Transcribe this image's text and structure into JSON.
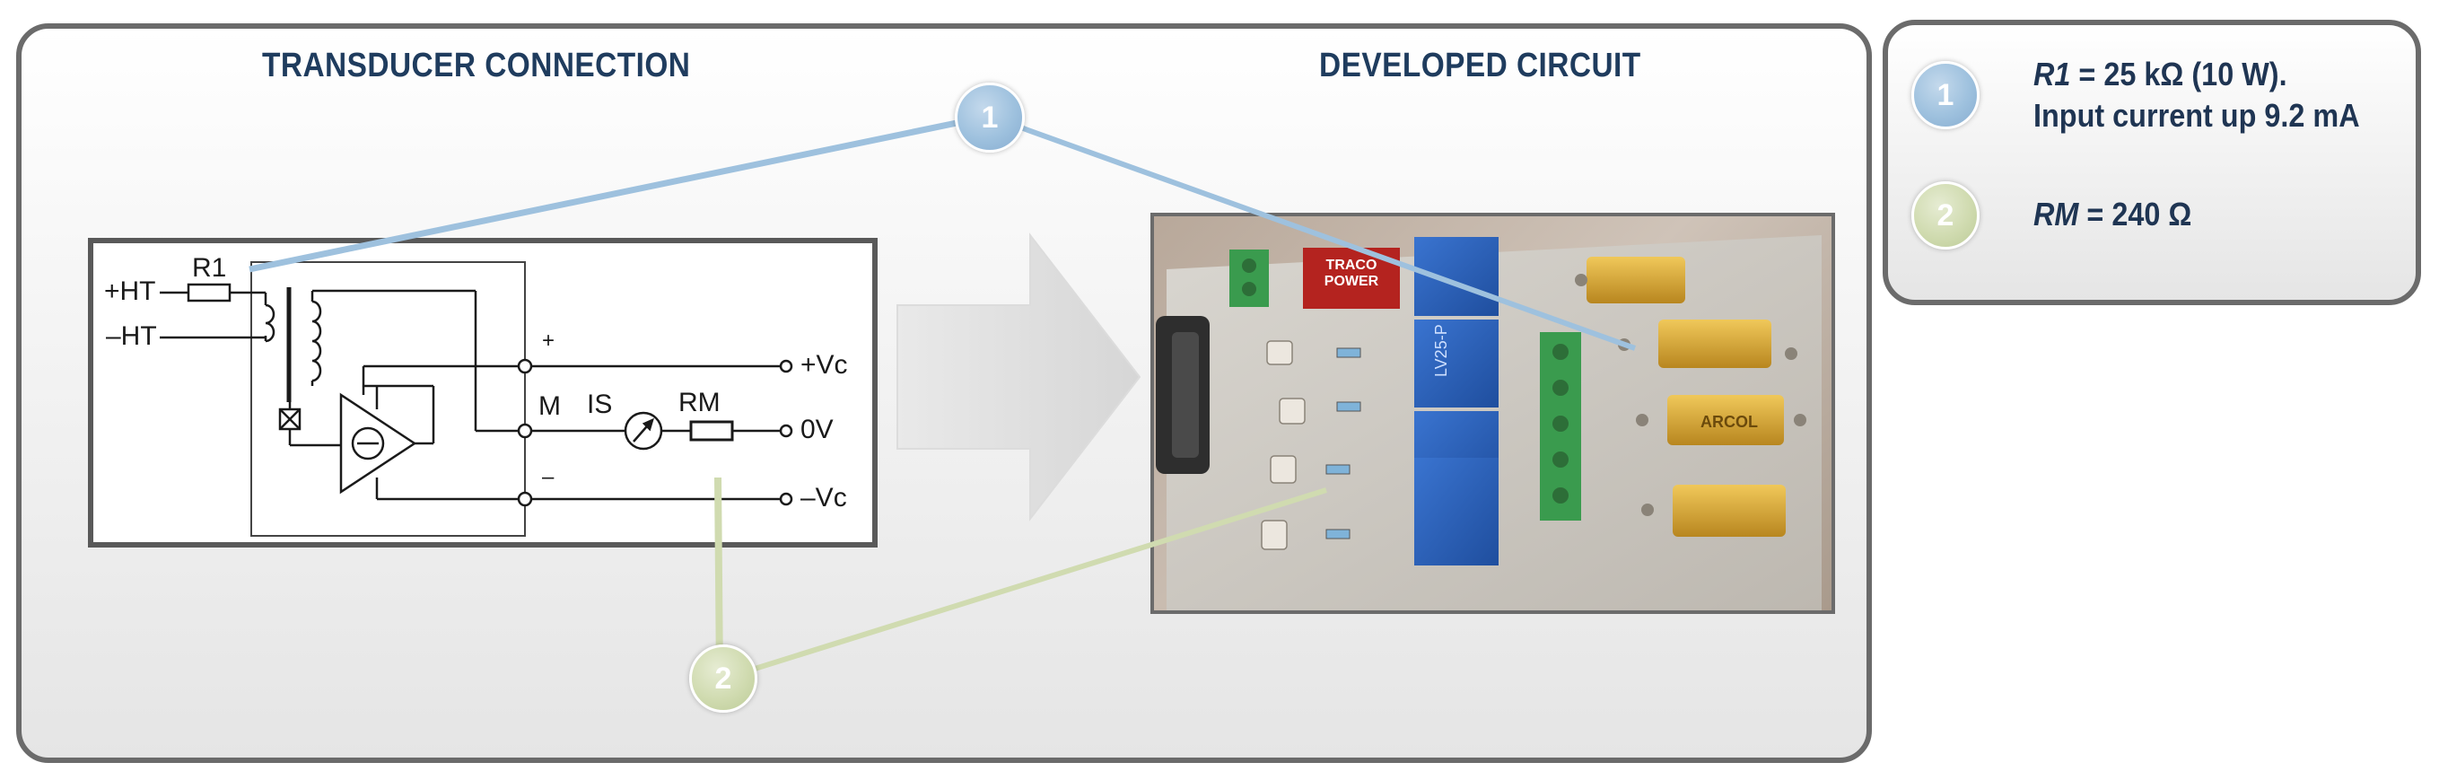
{
  "main_panel": {
    "transducer_title": "TRANSDUCER CONNECTION",
    "circuit_title": "DEVELOPED CIRCUIT"
  },
  "schematic": {
    "plus_ht": "+HT",
    "minus_ht": "–HT",
    "r1": "R1",
    "plus_sign": "+",
    "minus_sign": "–",
    "m": "M",
    "is": "IS",
    "rm": "RM",
    "plus_vc": "+Vc",
    "zero_v": "0V",
    "minus_vc": "–Vc"
  },
  "photo": {
    "traco_line1": "TRACO",
    "traco_line2": "POWER",
    "lv_label": "LV25-P",
    "arcol_label": "ARCOL"
  },
  "callouts": {
    "one": "1",
    "two": "2"
  },
  "legend": {
    "item1_var": "R1",
    "item1_text": " = 25 kΩ (10 W).",
    "item1_line2": "Input current up 9.2 mA",
    "item2_var": "RM",
    "item2_text": " = 240 Ω"
  },
  "colors": {
    "blue_callout": "#9ec1de",
    "green_callout": "#d0dbb0",
    "title_color": "#1f3c5e",
    "blue_module": "#2b5fb5",
    "resistor_gold": "#d3a02a",
    "terminal_green": "#3a9b4e"
  }
}
